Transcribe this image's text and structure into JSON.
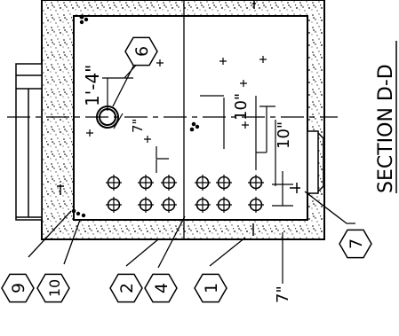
{
  "section_title": "SECTION D-D",
  "dimensions": {
    "opening_height": "1'-4\"",
    "offset_upper": "7\"",
    "spacing_1": "10\"",
    "spacing_2": "10\"",
    "bottom_offset": "7\""
  },
  "callouts": [
    "6",
    "7",
    "9",
    "10",
    "2",
    "4",
    "1"
  ],
  "colors": {
    "ink": "#000000",
    "background": "#ffffff"
  }
}
